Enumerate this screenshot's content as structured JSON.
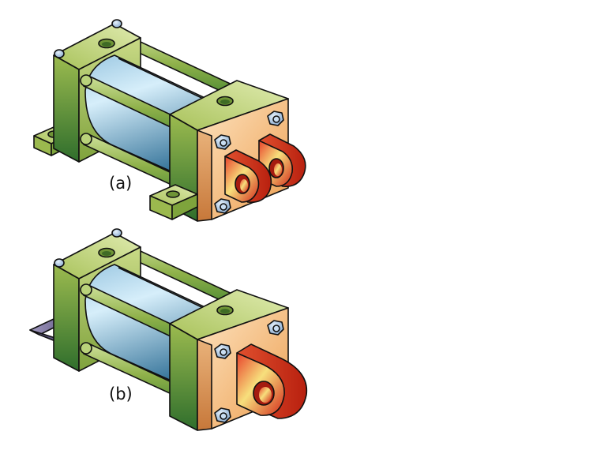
{
  "figure": {
    "subject": "Cylinder mounting styles",
    "panels": [
      {
        "id": "a",
        "label": "(a)",
        "mount": "foot-mount",
        "rod_end": "double-clevis"
      },
      {
        "id": "b",
        "label": "(b)",
        "mount": "rear-bracket",
        "rod_end": "single-eye"
      }
    ],
    "colors": {
      "end_cap_light": "#d8e6a2",
      "end_cap_mid": "#9fbc4e",
      "end_cap_dark": "#3f7d2e",
      "barrel_light": "#d4ecf8",
      "barrel_dark": "#3f7fa3",
      "front_plate_light": "#fde0b8",
      "front_plate_dark": "#e89a4c",
      "clevis_light": "#f6e07a",
      "clevis_dark": "#d8301c",
      "nut": "#a9c8e6",
      "bracket": "#8a80a6",
      "outline": "#111111",
      "background": "#ffffff"
    }
  }
}
